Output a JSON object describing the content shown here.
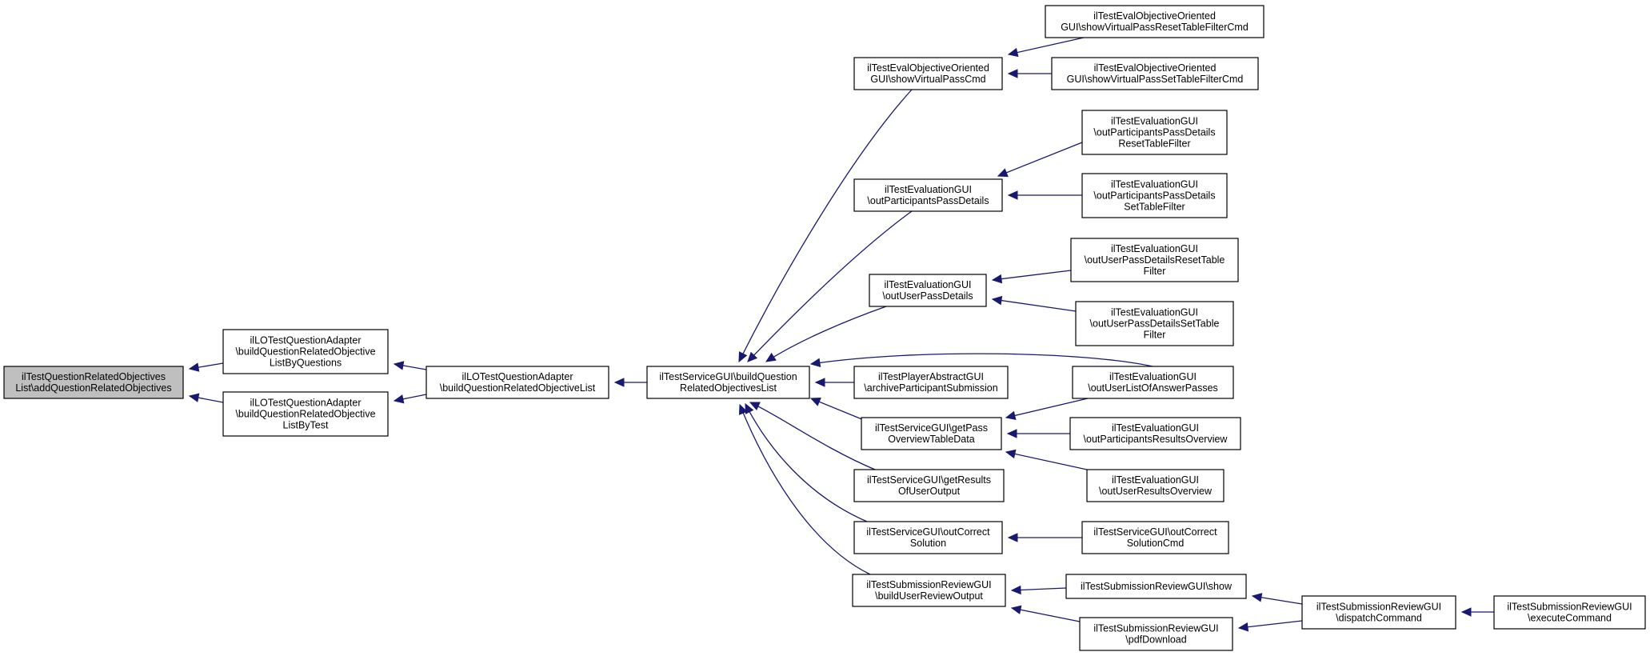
{
  "graph": {
    "colors": {
      "edge": "#191970",
      "root_fill": "#bfbfbf",
      "node_fill": "#ffffff",
      "border": "#000000"
    },
    "nodes": [
      {
        "id": "n0",
        "lines": [
          "ilTestQuestionRelatedObjectives",
          "List\\addQuestionRelatedObjectives"
        ],
        "root": true
      },
      {
        "id": "n1",
        "lines": [
          "ilLOTestQuestionAdapter",
          "\\buildQuestionRelatedObjective",
          "ListByQuestions"
        ]
      },
      {
        "id": "n2",
        "lines": [
          "ilLOTestQuestionAdapter",
          "\\buildQuestionRelatedObjective",
          "ListByTest"
        ]
      },
      {
        "id": "n3",
        "lines": [
          "ilLOTestQuestionAdapter",
          "\\buildQuestionRelatedObjectiveList"
        ]
      },
      {
        "id": "n4",
        "lines": [
          "ilTestServiceGUI\\buildQuestion",
          "RelatedObjectivesList"
        ]
      },
      {
        "id": "n5",
        "lines": [
          "ilTestEvalObjectiveOriented",
          "GUI\\showVirtualPassCmd"
        ]
      },
      {
        "id": "n6",
        "lines": [
          "ilTestEvaluationGUI",
          "\\outParticipantsPassDetails"
        ]
      },
      {
        "id": "n7",
        "lines": [
          "ilTestEvaluationGUI",
          "\\outUserPassDetails"
        ]
      },
      {
        "id": "n8",
        "lines": [
          "ilTestPlayerAbstractGUI",
          "\\archiveParticipantSubmission"
        ]
      },
      {
        "id": "n9",
        "lines": [
          "ilTestServiceGUI\\getPass",
          "OverviewTableData"
        ]
      },
      {
        "id": "n10",
        "lines": [
          "ilTestServiceGUI\\getResults",
          "OfUserOutput"
        ]
      },
      {
        "id": "n11",
        "lines": [
          "ilTestServiceGUI\\outCorrect",
          "Solution"
        ]
      },
      {
        "id": "n12",
        "lines": [
          "ilTestSubmissionReviewGUI",
          "\\buildUserReviewOutput"
        ]
      },
      {
        "id": "n13",
        "lines": [
          "ilTestEvalObjectiveOriented",
          "GUI\\showVirtualPassResetTableFilterCmd"
        ]
      },
      {
        "id": "n14",
        "lines": [
          "ilTestEvalObjectiveOriented",
          "GUI\\showVirtualPassSetTableFilterCmd"
        ]
      },
      {
        "id": "n15",
        "lines": [
          "ilTestEvaluationGUI",
          "\\outParticipantsPassDetails",
          "ResetTableFilter"
        ]
      },
      {
        "id": "n16",
        "lines": [
          "ilTestEvaluationGUI",
          "\\outParticipantsPassDetails",
          "SetTableFilter"
        ]
      },
      {
        "id": "n17",
        "lines": [
          "ilTestEvaluationGUI",
          "\\outUserPassDetailsResetTable",
          "Filter"
        ]
      },
      {
        "id": "n18",
        "lines": [
          "ilTestEvaluationGUI",
          "\\outUserPassDetailsSetTable",
          "Filter"
        ]
      },
      {
        "id": "n19",
        "lines": [
          "ilTestEvaluationGUI",
          "\\outUserListOfAnswerPasses"
        ]
      },
      {
        "id": "n20",
        "lines": [
          "ilTestEvaluationGUI",
          "\\outParticipantsResultsOverview"
        ]
      },
      {
        "id": "n21",
        "lines": [
          "ilTestEvaluationGUI",
          "\\outUserResultsOverview"
        ]
      },
      {
        "id": "n22",
        "lines": [
          "ilTestServiceGUI\\outCorrect",
          "SolutionCmd"
        ]
      },
      {
        "id": "n23",
        "lines": [
          "ilTestSubmissionReviewGUI\\show"
        ]
      },
      {
        "id": "n24",
        "lines": [
          "ilTestSubmissionReviewGUI",
          "\\pdfDownload"
        ]
      },
      {
        "id": "n25",
        "lines": [
          "ilTestSubmissionReviewGUI",
          "\\dispatchCommand"
        ]
      },
      {
        "id": "n26",
        "lines": [
          "ilTestSubmissionReviewGUI",
          "\\executeCommand"
        ]
      }
    ],
    "edges": [
      {
        "from": "n1",
        "to": "n0"
      },
      {
        "from": "n2",
        "to": "n0"
      },
      {
        "from": "n3",
        "to": "n1"
      },
      {
        "from": "n3",
        "to": "n2"
      },
      {
        "from": "n4",
        "to": "n3"
      },
      {
        "from": "n5",
        "to": "n4"
      },
      {
        "from": "n6",
        "to": "n4"
      },
      {
        "from": "n7",
        "to": "n4"
      },
      {
        "from": "n8",
        "to": "n4"
      },
      {
        "from": "n9",
        "to": "n4"
      },
      {
        "from": "n10",
        "to": "n4"
      },
      {
        "from": "n11",
        "to": "n4"
      },
      {
        "from": "n12",
        "to": "n4"
      },
      {
        "from": "n19",
        "to": "n4"
      },
      {
        "from": "n13",
        "to": "n5"
      },
      {
        "from": "n14",
        "to": "n5"
      },
      {
        "from": "n15",
        "to": "n6"
      },
      {
        "from": "n16",
        "to": "n6"
      },
      {
        "from": "n17",
        "to": "n7"
      },
      {
        "from": "n18",
        "to": "n7"
      },
      {
        "from": "n19",
        "to": "n9"
      },
      {
        "from": "n20",
        "to": "n9"
      },
      {
        "from": "n21",
        "to": "n9"
      },
      {
        "from": "n22",
        "to": "n11"
      },
      {
        "from": "n23",
        "to": "n12"
      },
      {
        "from": "n24",
        "to": "n12"
      },
      {
        "from": "n25",
        "to": "n23"
      },
      {
        "from": "n25",
        "to": "n24"
      },
      {
        "from": "n26",
        "to": "n25"
      }
    ]
  }
}
